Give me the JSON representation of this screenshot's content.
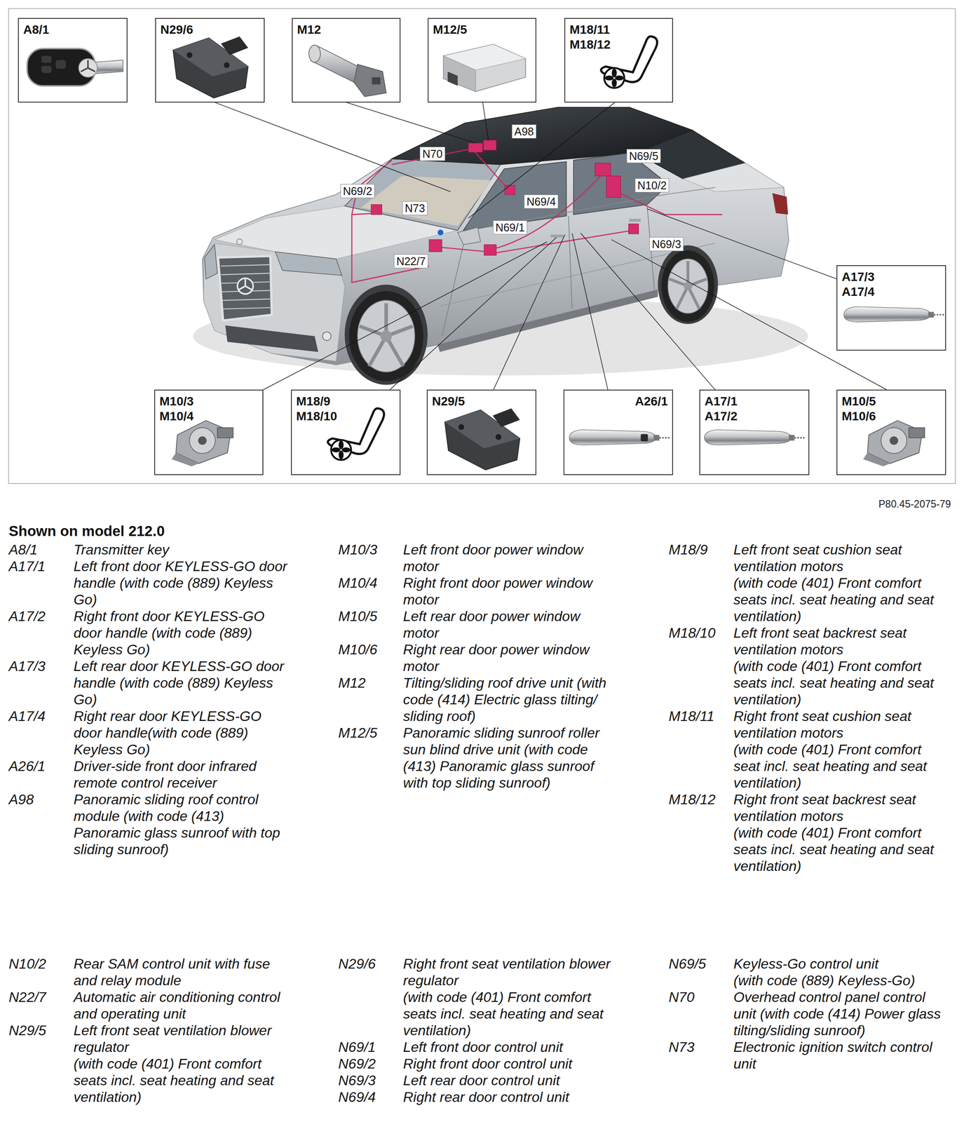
{
  "diagram": {
    "title": "Shown on model 212.0",
    "nodes": [
      {
        "text": [
          "A8/1"
        ]
      },
      {
        "text": [
          "N29/6"
        ]
      },
      {
        "text": [
          "M12"
        ]
      },
      {
        "text": [
          "M12/5"
        ]
      },
      {
        "text": [
          "M18/11 M18/12"
        ]
      },
      {
        "text": [
          "A17/3 A17/4"
        ]
      },
      {
        "text": [
          "M10/3 M10/4"
        ]
      },
      {
        "text": [
          "M18/9 M18/10"
        ]
      },
      {
        "text": [
          "N29/5"
        ]
      },
      {
        "text": [
          "A26/1"
        ]
      },
      {
        "text": [
          "A17/1 A17/2"
        ]
      },
      {
        "text": [
          "M10/5 M10/6"
        ]
      }
    ],
    "labels": [
      "A98",
      "N70",
      "N69/5",
      "N10/2",
      "N69/2",
      "N69/4",
      "N73",
      "N69/1",
      "N69/3",
      "N22/7",
      "P80.45-2075-79",
      "A8/1",
      "Transmitter key",
      "A17/1",
      "Left front door KEYLESS-GO door handle (with code (889) Keyless Go)",
      "A17/2",
      "Right front door KEYLESS-GO door handle (with code (889) Keyless Go)",
      "A17/3",
      "Left rear door KEYLESS-GO door handle (with code (889) Keyless Go)",
      "A17/4",
      "Right rear door KEYLESS-GO door handle(with code (889) Keyless Go)",
      "A26/1",
      "Driver-side front door infrared remote control receiver",
      "A98",
      "Panoramic sliding roof control module (with code (413) Panoramic glass sunroof with top sliding sunroof)",
      "M10/3",
      "Left front door power window motor",
      "M10/4",
      "Right front door power window motor",
      "M10/5",
      "Left rear door power window motor",
      "M10/6",
      "Right rear door power window motor",
      "M12",
      "Tilting/sliding roof drive unit (with code (414) Electric glass tilting/ sliding roof)",
      "M12/5",
      "Panoramic sliding sunroof roller sun blind drive unit (with code (413) Panoramic glass sunroof with top sliding sunroof)",
      "M18/9",
      "Left front seat cushion seat ventilation motors",
      "(with code (401) Front comfort seats incl. seat heating and seat ventilation)",
      "M18/10",
      "Left front seat backrest seat ventilation motors",
      "(with code (401) Front comfort seats incl. seat heating and seat ventilation)",
      "M18/11",
      "Right front seat cushion seat ventilation motors",
      "(with code (401) Front comfort seat incl. seat heating and seat ventilation)",
      "M18/12",
      "Right front seat backrest seat ventilation motors",
      "(with code (401) Front comfort seats incl. seat heating and seat ventilation)",
      "N10/2",
      "Rear SAM control unit with fuse and relay module",
      "N22/7",
      "Automatic air conditioning control and operating unit",
      "N29/5",
      "Left front seat ventilation blower regulator",
      "(with code (401) Front comfort seats incl. seat heating and seat ventilation)",
      "N29/6",
      "Right front seat ventilation blower regulator",
      "(with code (401) Front comfort seats incl. seat heating and seat ventilation)",
      "N69/1",
      "Left front door control unit",
      "N69/2",
      "Right front door control unit",
      "N69/3",
      "Left rear door control unit",
      "N69/4",
      "Right rear door control unit",
      "N69/5",
      "Keyless-Go control unit",
      "(with code (889) Keyless-Go)",
      "N70",
      "Overhead control panel control unit (with code (414) Power glass tilting/sliding sunroof)",
      "N73",
      "Electronic ignition switch control unit"
    ]
  }
}
